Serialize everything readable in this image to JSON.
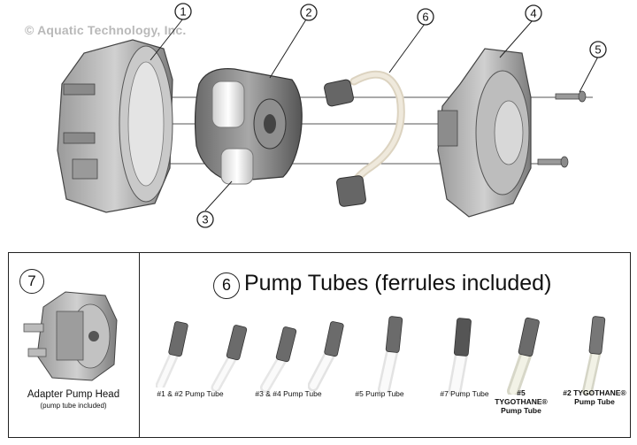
{
  "watermark": "© Aquatic Technology, Inc.",
  "callouts": [
    "1",
    "2",
    "3",
    "4",
    "5",
    "6"
  ],
  "adapter": {
    "number": "7",
    "title": "Adapter Pump Head",
    "subtitle": "(pump tube included)"
  },
  "tubes_panel": {
    "number": "6",
    "heading": "Pump Tubes (ferrules included)",
    "labels": [
      "#1 & #2 Pump Tube",
      "#3 & #4 Pump Tube",
      "#5 Pump Tube",
      "#7 Pump Tube",
      "#5 TYGOTHANE® Pump Tube",
      "#2 TYGOTHANE® Pump Tube"
    ]
  }
}
